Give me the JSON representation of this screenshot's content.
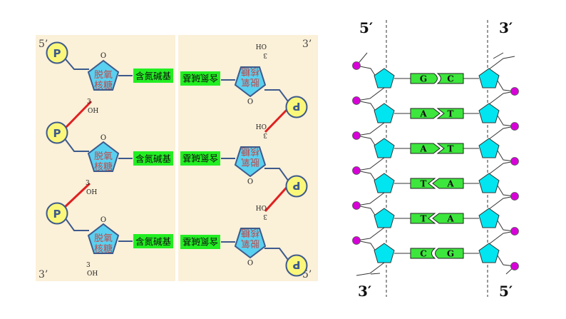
{
  "left_panel": {
    "corner_labels": {
      "top_left": "5’",
      "top_right": "3’",
      "bottom_left": "3’",
      "bottom_right": "5’"
    },
    "phosphate_label": "P",
    "phosphate_label_flipped": "d",
    "sugar_line1": "脱氧",
    "sugar_line2": "核糖",
    "sugar_o": "O",
    "carbon_number": "3",
    "hydroxyl": "OH",
    "base_label": "含氮碱基"
  },
  "right_panel": {
    "top_left": "5′",
    "top_right": "3′",
    "bottom_left": "3′",
    "bottom_right": "5′",
    "pairs": [
      {
        "left": "G",
        "right": "C"
      },
      {
        "left": "A",
        "right": "T"
      },
      {
        "left": "A",
        "right": "T"
      },
      {
        "left": "T",
        "right": "A"
      },
      {
        "left": "T",
        "right": "A"
      },
      {
        "left": "C",
        "right": "G"
      }
    ]
  },
  "colors": {
    "panel_bg": "#fbf0d8",
    "phosphate_fill": "#fbf77a",
    "sugar_fill": "#5ad0f0",
    "base_fill": "#22ee22",
    "bond_red": "#e02020",
    "sugar_text": "#c04a4a",
    "outline_blue": "#3d5a8c",
    "cyan": "#00e5f0",
    "magenta": "#d800d8",
    "green": "#3de63d"
  }
}
